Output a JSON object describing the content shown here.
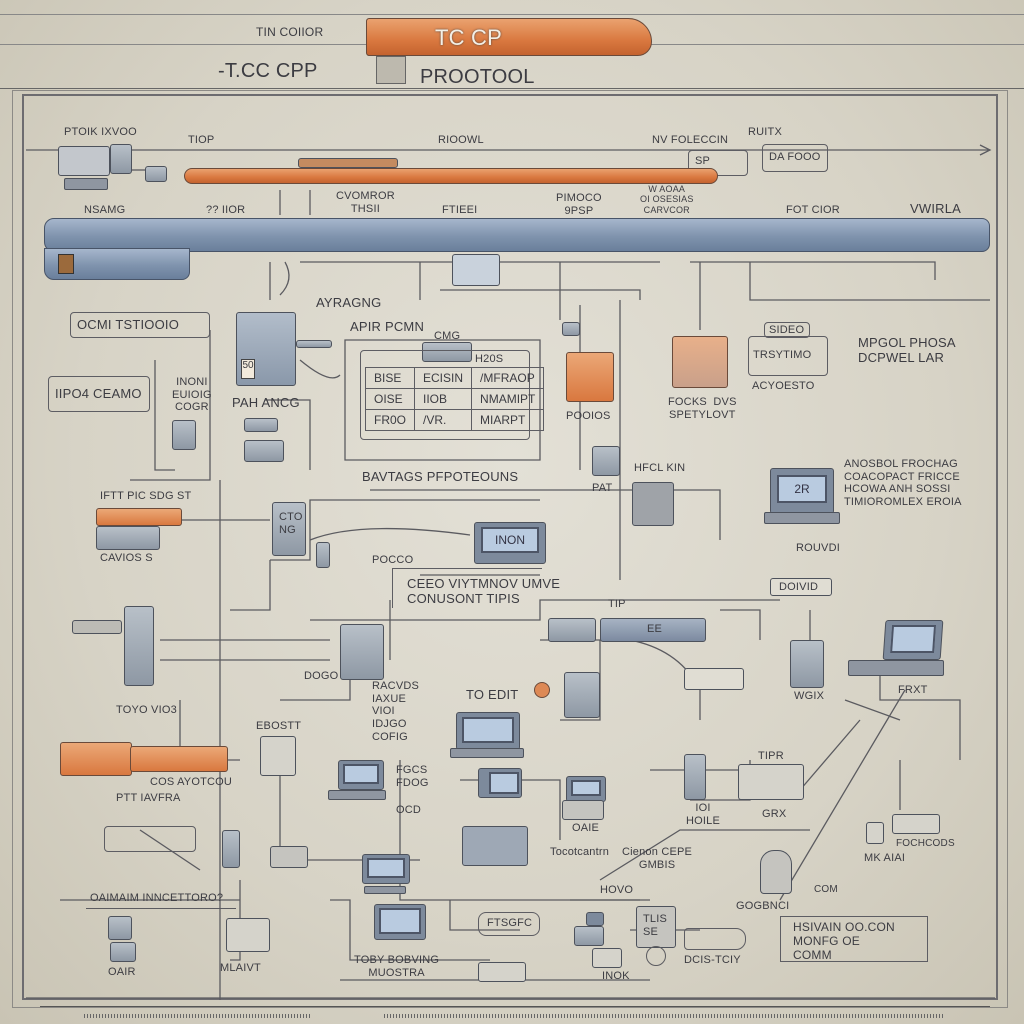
{
  "title": {
    "banner_text": "TC CP",
    "left_caption": "TIN COIIOR",
    "main_left": "-T.CC CPP",
    "main_right": "PROOTOOL"
  },
  "top_row": {
    "device_label": "PTOIK IXVOO",
    "tiop_label": "TIOP",
    "rioowl_label": "RIOOWL",
    "nv_label": "NV FOLECCIN",
    "ruitx_label": "RUITX",
    "sp_label": "SP",
    "da_box": "DA FOOO",
    "nsamg_label": "NSAMG",
    "sub_labels": [
      "?? IIOR",
      "CVOMROR\nTHSII",
      "FTIEEI",
      "PIMOCO\n9PSP",
      "W AOAA\nOI OSESIAS\nCARVCOR",
      "FOT CIOR",
      "VWIRLA"
    ]
  },
  "middle": {
    "aprogno": "AYRAGNG",
    "ocmi_box": "OCMI TSTIOOIO",
    "apr_pcmn": "APIR PCMN",
    "cmg": "CMG",
    "hpo_box": "IIPO4 CEAMO",
    "inoni": "INONI\nEUIOIG\nCOGR",
    "pah_ancg": "PAH ANCG",
    "table_header": "H20S",
    "table_rows": [
      [
        "BISE",
        "ECISIN",
        "/MFRAOP"
      ],
      [
        "OISE",
        "IIOB",
        "NMAMIPT"
      ],
      [
        "FR0O",
        "/VR.",
        "MIARPT"
      ]
    ],
    "module_value": "50",
    "pooxs": "POOIOS",
    "focks": "FOCKS  DVS\nSPETYLOVT",
    "sdeo_box": "SIDEO",
    "trsytmo": "TRSYTIMO",
    "acdoesto": "ACYOESTO",
    "mpgol": "MPGOL PHOSA\nDCPWEL LAR",
    "hfcl": "HFCL KIN",
    "pat": "PAT",
    "anosol": "ANOSBOL FROCHAG\nCOACOPACT FRICCE\nHCOWA ANH SOSSI\nTIMIOROMLEX EROIA",
    "monitor_2r": "2R"
  },
  "lower": {
    "iftt": "IFTT PIC SDG ST",
    "cavios": "CAVIOS S",
    "module_ct": "CTO\nNG",
    "barrages": "BAVTAGS PFPOTEOUNS",
    "inon_screen": "INON",
    "pocco": "POCCO",
    "ceo_box": "CEEO VIYTMNOV UMVE\nCONUSONT TIPIS",
    "tip": "TIP",
    "ee_label": "EE",
    "doivid": "DOIVID",
    "rouvdi": "ROUVDI",
    "frxt": "FRXT",
    "wgix": "WGIX",
    "tsoyo": "TOYO VIO3",
    "dogo": "DOGO",
    "racvds": "RACVDS\nIAXUE\nVIOI\nIDJGO\nCOFIG",
    "to_edit": "TO EDIT",
    "ebost": "EBOSTT",
    "cos_ayotcou": "COS AYOTCOU",
    "ptt_iavfra": "PTT IAVFRA",
    "fgcs": "FGCS\nFDOG",
    "ocd": "OCD",
    "oaie": "OAIE",
    "tipr": "TIPR",
    "ioi_hole": "IOI\nHOILE",
    "grx": "GRX",
    "toctcantrn": "Tocotcantrn",
    "cienc": "Cienon CEPE\nGMBIS",
    "focodos": "FOCHCODS",
    "mk_ana": "MK AIAI",
    "oama": "OAIMAIM  INNCETTORO?",
    "oair": "OAIR",
    "mlaet": "MLAIVT",
    "toby": "TOBY BOBVING\nMUOSTRA",
    "ftsgfc": "FTSGFC",
    "hovo": "HOVO",
    "inok": "INOK",
    "ebstcty": "DCIS-TCIY",
    "gogbncl": "GOGBNCI",
    "com": "COM",
    "info_box": "HSIVAIN OO.CON\nMONFG OE\nCOMM",
    "module_ss": "TLIS\nSE"
  },
  "colors": {
    "background": "#d4d0c2",
    "orange": "#d9783f",
    "blue": "#7f93ad",
    "line": "#5b5b60"
  }
}
